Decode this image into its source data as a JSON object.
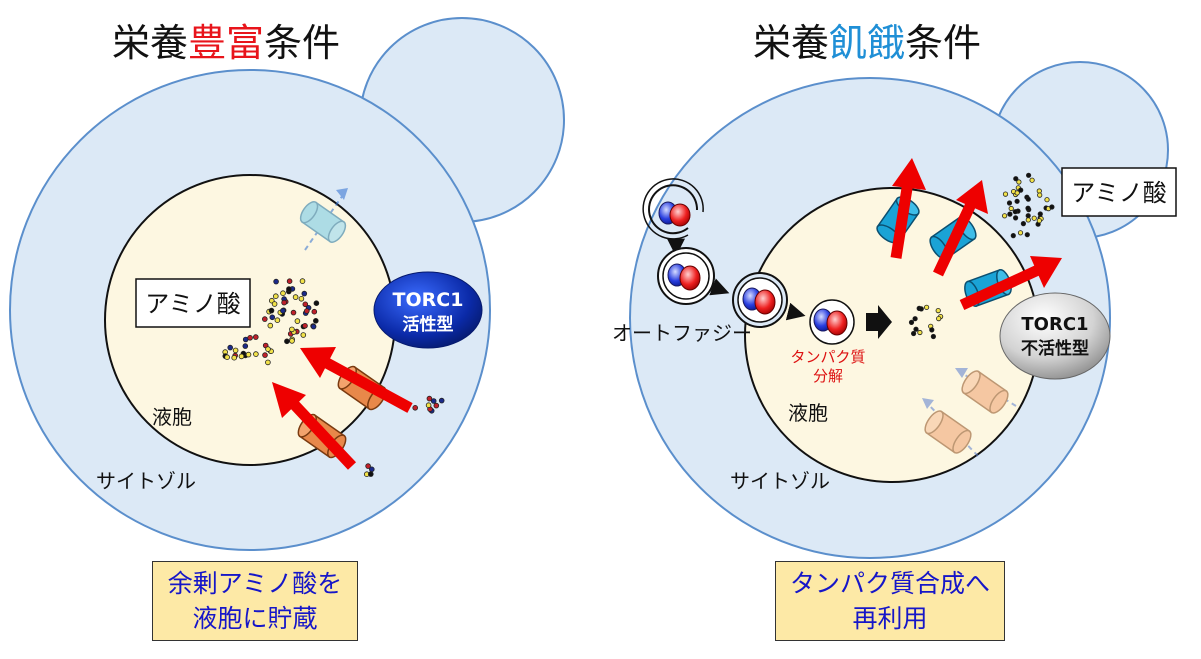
{
  "left_panel": {
    "title_prefix": "栄養",
    "title_highlight": "豊富",
    "title_suffix": "条件",
    "amino_box_label": "アミノ酸",
    "torc_line1": "TORC1",
    "torc_line2": "活性型",
    "vacuole_label": "液胞",
    "cytosol_label": "サイトゾル",
    "caption_line1": "余剰アミノ酸を",
    "caption_line2": "液胞に貯蔵"
  },
  "right_panel": {
    "title_prefix": "栄養",
    "title_highlight": "飢餓",
    "title_suffix": "条件",
    "amino_box_label": "アミノ酸",
    "torc_line1": "TORC1",
    "torc_line2": "不活性型",
    "autophagy_label": "オートファジー",
    "protein_label_line1": "タンパク質",
    "protein_label_line2": "分解",
    "vacuole_label": "液胞",
    "cytosol_label": "サイトゾル",
    "caption_line1": "タンパク質合成へ",
    "caption_line2": "再利用"
  },
  "colors": {
    "cell_fill": "#dce9f6",
    "cell_stroke": "#5b8fcc",
    "vacuole_fill": "#fdf7e1",
    "arrow_red": "#ee0000",
    "transporter_orange": "#e8884a",
    "transporter_blue": "#1aa3d6",
    "torc_active": "#0b2aa8",
    "torc_inactive": "#8c8c8c",
    "caption_fill": "#fde9a6",
    "caption_text": "#1616c8"
  }
}
